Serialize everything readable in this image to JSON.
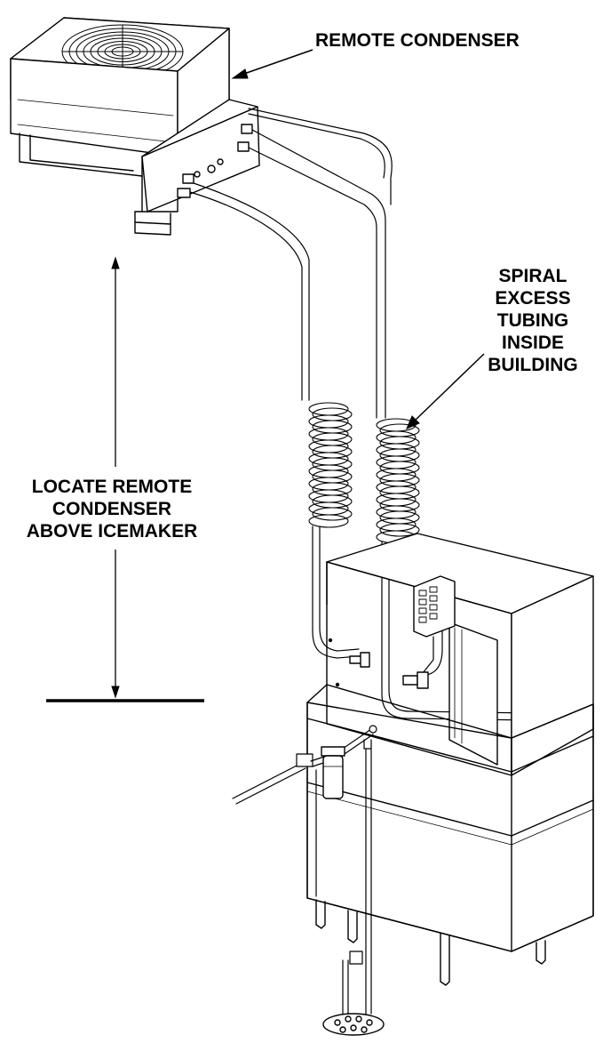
{
  "labels": {
    "remote_condenser": "REMOTE CONDENSER",
    "spiral": [
      "SPIRAL",
      "EXCESS",
      "TUBING",
      "INSIDE",
      "BUILDING"
    ],
    "locate": [
      "LOCATE REMOTE",
      "CONDENSER",
      "ABOVE ICEMAKER"
    ]
  },
  "colors": {
    "ink": "#000000",
    "paper": "#ffffff"
  }
}
